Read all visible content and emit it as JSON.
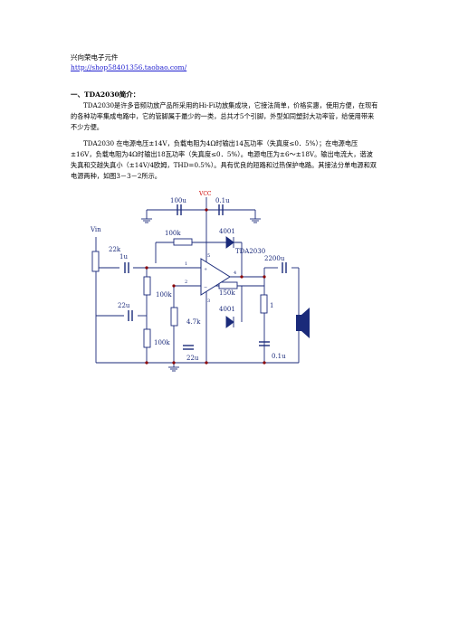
{
  "header": {
    "shop_name": "兴向荣电子元件",
    "shop_url": "http://shop58401356.taobao.com/"
  },
  "section": {
    "heading": "一、TDA2030简介：",
    "paragraph1": "TDA2030是许多音频功放产品所采用的Hi-Fi功放集成块，它接法简单，价格实惠，使用方便，在现有的各种功率集成电路中，它的管脚属于最少的一类，总共才5个引脚，外型如同塑封大功率管，给使用带来不少方便。",
    "paragraph2": "TDA2030 在电源电压±14V，负载电阻为4Ω时输出14瓦功率（失真度≤0．5%）；在电源电压 ±16V，负载电阻为4Ω时输出18瓦功率（失真度≤0．5%）。电源电压为±6～±18V。输出电流大，谐波失真和交越失真小（±14V/4欧姆，THD=0.5%）。具有优良的短路和过热保护电路。其接法分单电源和双电源两种，如图3－3－2所示。"
  },
  "circuit": {
    "labels": {
      "vcc": "VCC",
      "vin": "Vin",
      "c_100u": "100u",
      "c_0_1u_top": "0.1u",
      "r_100k_fb": "100k",
      "d_4001_top": "4001",
      "r_22k": "22k",
      "c_1u": "1u",
      "ic": "TDA2030",
      "c_2200u": "2200u",
      "c_22u_left": "22u",
      "r_100k_mid": "100k",
      "r_150k": "150k",
      "d_4001_bot": "4001",
      "r_1": "1",
      "r_4_7k": "4.7k",
      "r_100k_bot": "100k",
      "c_22u_bot": "22u",
      "c_0_1u_bot": "0.1u",
      "pin1": "1",
      "pin2": "2",
      "pin3": "3",
      "pin4": "4",
      "pin5": "5",
      "plus": "+",
      "minus": "−"
    },
    "colors": {
      "wire": "#1a2a7a",
      "component": "#1a2a7a",
      "vcc_label": "#cc0000",
      "node": "#8b0000"
    }
  }
}
